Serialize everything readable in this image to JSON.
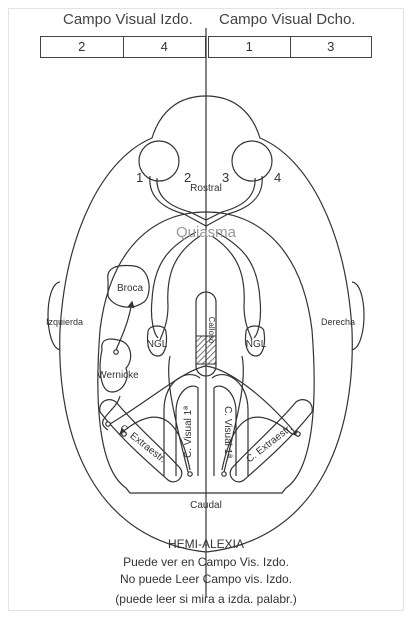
{
  "visual_fields": {
    "left_label": "Campo Visual Izdo.",
    "right_label": "Campo Visual Dcho.",
    "left_cells": [
      "2",
      "4"
    ],
    "right_cells": [
      "1",
      "3"
    ]
  },
  "labels": {
    "retina_1": "1",
    "retina_2": "2",
    "retina_3": "3",
    "retina_4": "4",
    "rostral": "Rostral",
    "chiasma": "Quiasma",
    "broca": "Broca",
    "izquierda": "Izquierda",
    "derecha": "Derecha",
    "wernicke": "Wernicke",
    "ngl_left": "NGL",
    "ngl_right": "NGL",
    "calloso": "Calloso",
    "visual_left": "C. Visual 1ª",
    "visual_right": "C. Visual 1ª",
    "extraestr_left": "C. Extraestr.",
    "extraestr_right": "C. Extraestr.",
    "caudal": "Caudal"
  },
  "caption": {
    "title": "HEMI-ALEXIA",
    "line1": "Puede ver en Campo Vis. Izdo.",
    "line2": "No puede Leer Campo vis. Izdo.",
    "line3": "(puede leer si mira a izda. palabr.)"
  },
  "colors": {
    "line": "#333333",
    "hatch": "#555555"
  }
}
